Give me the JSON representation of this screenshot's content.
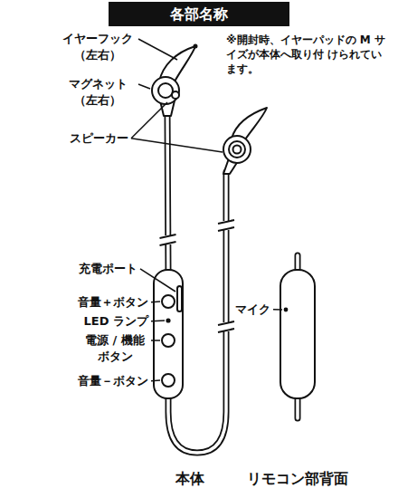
{
  "diagram": {
    "title": "各部名称",
    "labels": [
      "イヤーフック （左右）",
      "マグネット （左右）",
      "スピーカー",
      "充電ポート",
      "音量＋ボタン",
      "LED ランプ",
      "電源 / 機能 ボタン",
      "音量－ボタン",
      "マイク",
      "※開封時、イヤーパッドの M サイズが本体へ取り付 けられています。",
      "本体",
      "リモコン部背面"
    ]
  }
}
